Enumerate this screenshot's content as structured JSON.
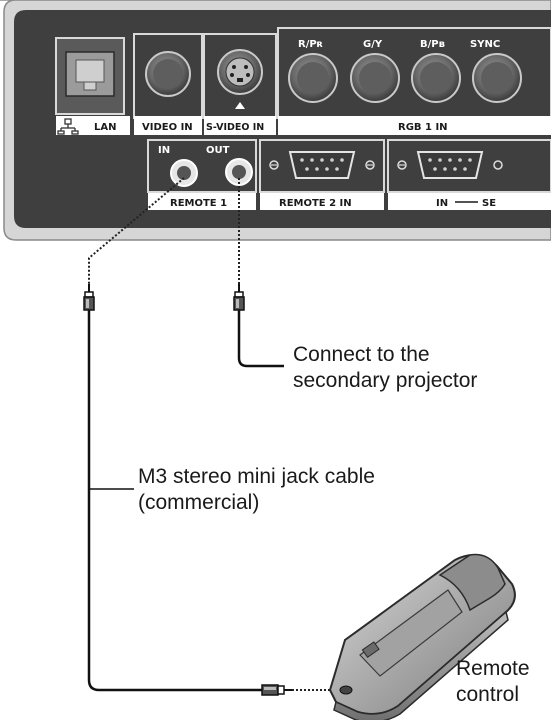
{
  "panel": {
    "ports_top": {
      "lan": "LAN",
      "video_in": "VIDEO IN",
      "s_video_in": "S-VIDEO IN",
      "r_pr": "R/Pʀ",
      "g_y": "G/Y",
      "b_pb": "B/Pʙ",
      "sync": "SYNC",
      "rgb1_in": "RGB 1 IN"
    },
    "ports_bottom": {
      "remote1_in_tag": "IN",
      "remote1_out_tag": "OUT",
      "remote1": "REMOTE 1",
      "remote2_in": "REMOTE 2 IN",
      "serial_in": "IN",
      "serial_cut": "SE"
    }
  },
  "callouts": {
    "secondary_projector": [
      "Connect to the",
      "secondary projector"
    ],
    "cable": [
      "M3 stereo mini jack cable",
      "(commercial)"
    ],
    "remote_control": [
      "Remote",
      "control"
    ]
  },
  "colors": {
    "panel_dark": "#3f3f3f",
    "panel_frame": "#d6d6d6",
    "label_strip": "#ffffff",
    "cable": "#111111"
  }
}
